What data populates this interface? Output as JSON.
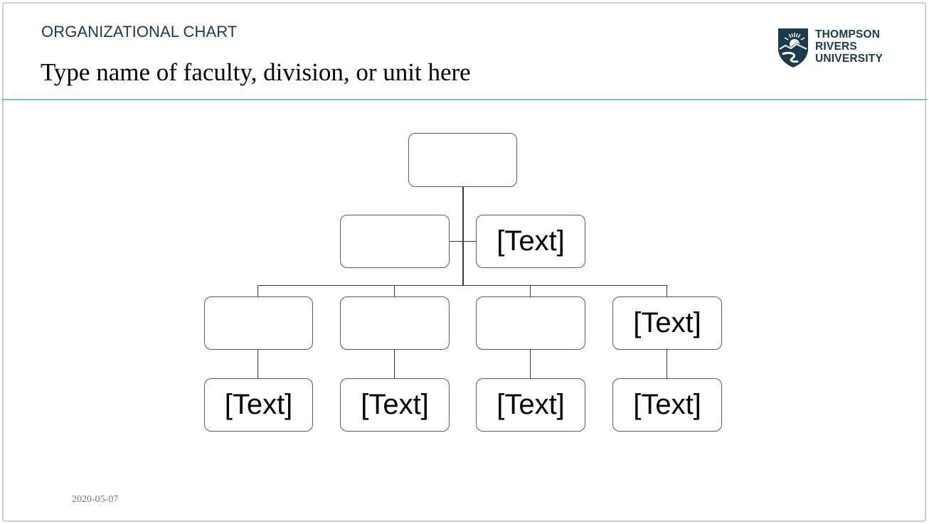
{
  "header": {
    "kicker": "ORGANIZATIONAL CHART",
    "title": "Type name of faculty, division, or unit here"
  },
  "logo": {
    "icon": "tru-shield-icon",
    "lines": [
      "THOMPSON",
      "RIVERS",
      "UNIVERSITY"
    ],
    "color": "#1b3a4e"
  },
  "colors": {
    "accent_rule": "#76c7c8",
    "box_border": "#5a5a5a",
    "connector": "#3a3a3a"
  },
  "chart": {
    "top": {
      "label": ""
    },
    "assistants": [
      {
        "label": ""
      },
      {
        "label": "[Text]"
      }
    ],
    "managers": [
      {
        "label": "",
        "report": "[Text]"
      },
      {
        "label": "",
        "report": "[Text]"
      },
      {
        "label": "",
        "report": "[Text]"
      },
      {
        "label": "[Text]",
        "report": "[Text]"
      }
    ]
  },
  "footer": {
    "date": "2020-05-07"
  }
}
